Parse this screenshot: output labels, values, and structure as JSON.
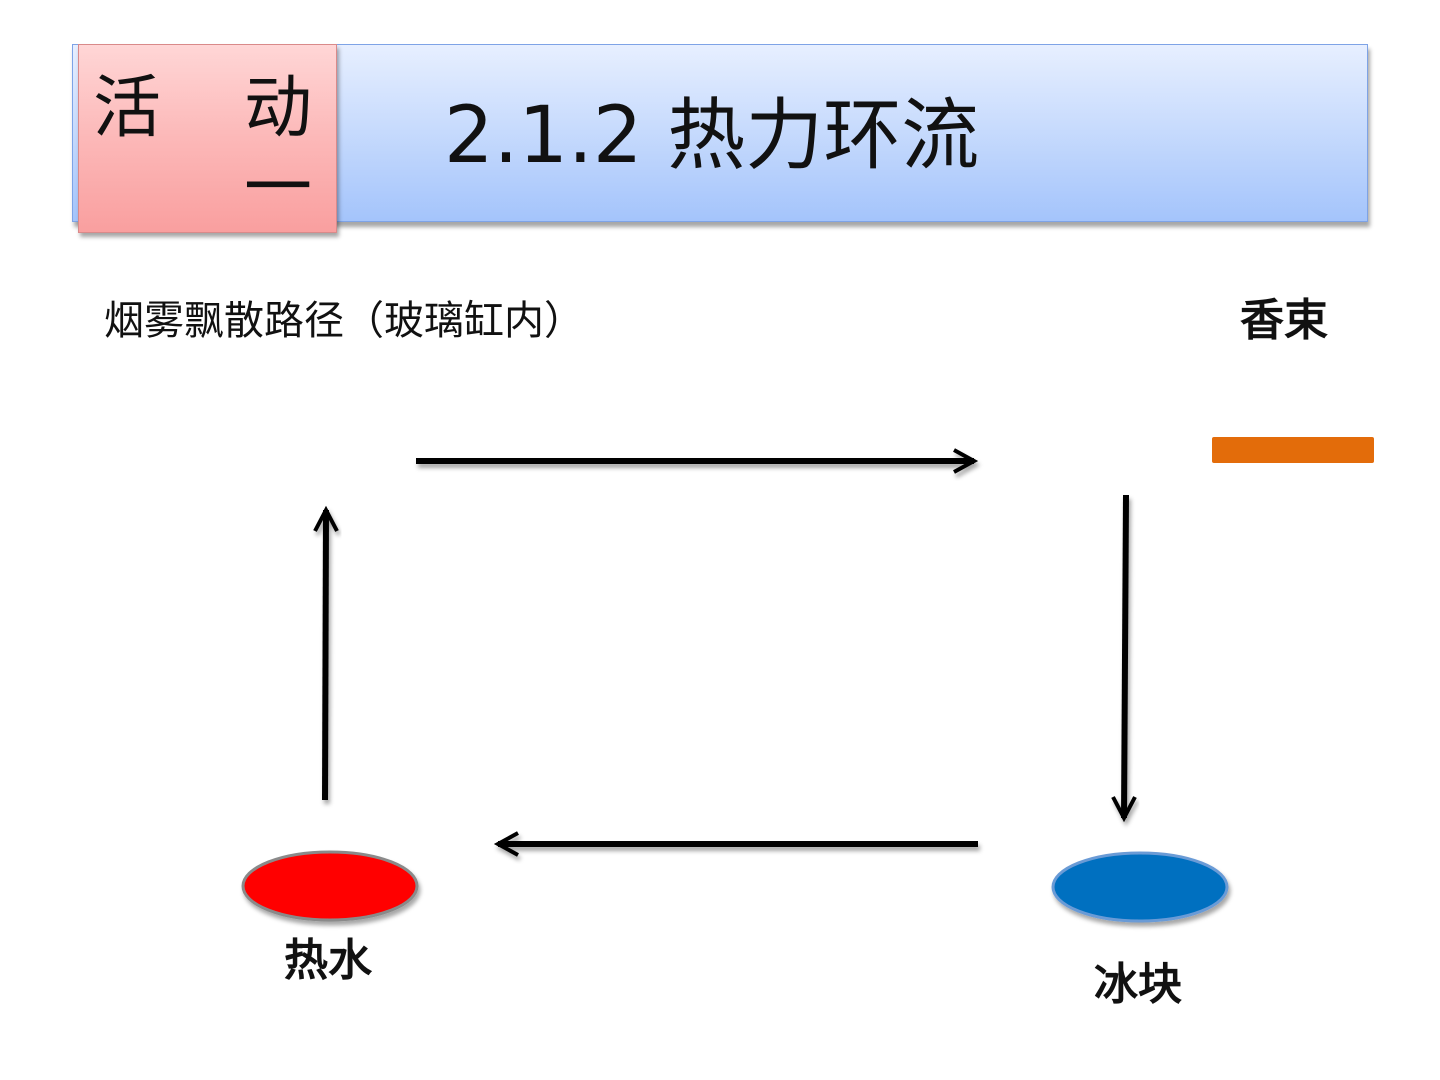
{
  "header": {
    "activity_label": "活　动\n　一",
    "title": "2.1.2 热力环流"
  },
  "diagram": {
    "subtitle": "烟雾飘散路径（玻璃缸内）",
    "incense_label": "香束",
    "hot_water_label": "热水",
    "ice_label": "冰块",
    "colors": {
      "incense": "#e36c0a",
      "hot_water": "#ff0000",
      "ice": "#0070c0",
      "arrow": "#000000"
    }
  }
}
